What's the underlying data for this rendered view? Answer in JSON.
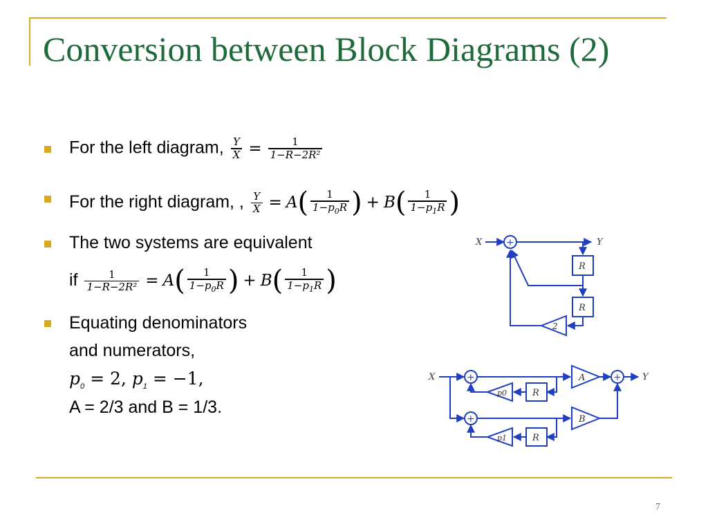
{
  "slide": {
    "title": "Conversion between Block Diagrams (2)",
    "page_number": "7"
  },
  "bullets": {
    "b1": {
      "text": "For the left diagram, ",
      "lhs_num": "Y",
      "lhs_den": "X",
      "rhs_num": "1",
      "rhs_den": "1−R−2R²"
    },
    "b2": {
      "text": "For the right diagram, ,",
      "lhs_num": "Y",
      "lhs_den": "X",
      "coef_a": "A",
      "coef_b": "B",
      "f1_num": "1",
      "f1_den_a": "1−p",
      "f1_sub": "0",
      "f1_den_b": "R",
      "f2_num": "1",
      "f2_den_a": "1−p",
      "f2_sub": "1",
      "f2_den_b": "R"
    },
    "b3": {
      "line1": "The two systems are equivalent",
      "if_label": "if",
      "lhs_num": "1",
      "lhs_den": "1−R−2R²",
      "coef_a": "A",
      "coef_b": "B",
      "f1_num": "1",
      "f1_den_a": "1−p",
      "f1_sub": "0",
      "f1_den_b": "R",
      "f2_num": "1",
      "f2_den_a": "1−p",
      "f2_sub": "1",
      "f2_den_b": "R"
    },
    "b4": {
      "line1": "Equating denominators",
      "line2": "and numerators,",
      "math_p": "p",
      "sub0": "0",
      "eq0": " = 2, ",
      "sub1": "1",
      "eq1": " = −1,",
      "line4": "A = 2/3 and B = 1/3."
    }
  },
  "left_diagram": {
    "input": "X",
    "output": "Y",
    "adder": "+",
    "delay1": "R",
    "delay2": "R",
    "gain": "2"
  },
  "right_diagram": {
    "input": "X",
    "output": "Y",
    "adder": "+",
    "gain_a": "A",
    "gain_b": "B",
    "gain_p0": "p0",
    "gain_p1": "p1",
    "delay_top": "R",
    "delay_bottom": "R"
  },
  "colors": {
    "title": "#1d6a3a",
    "accent": "#d9a925",
    "diagram": "#1f3fbf"
  }
}
